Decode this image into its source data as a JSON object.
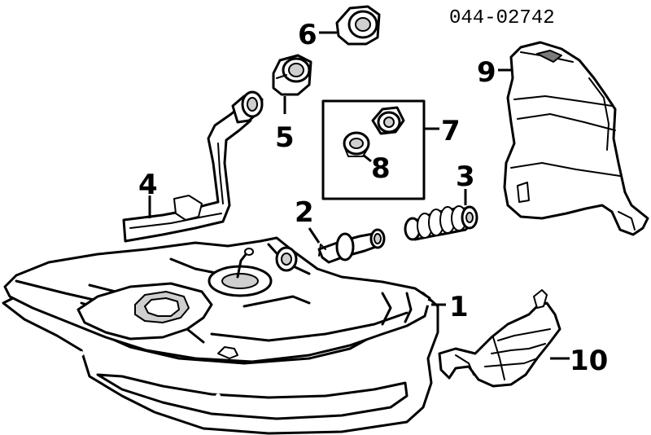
{
  "diagram_code": "044-02742",
  "callouts": {
    "c1": "1",
    "c2": "2",
    "c3": "3",
    "c4": "4",
    "c5": "5",
    "c6": "6",
    "c7": "7",
    "c8": "8",
    "c9": "9",
    "c10": "10"
  },
  "colors": {
    "line": "#000000",
    "background": "#ffffff"
  }
}
